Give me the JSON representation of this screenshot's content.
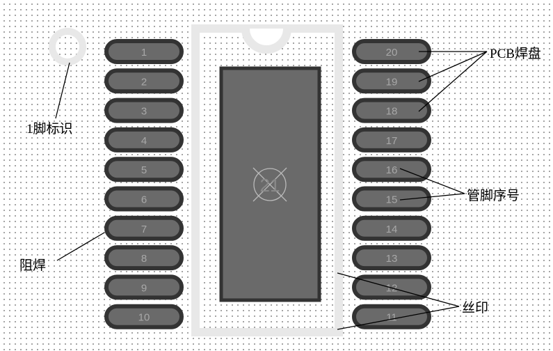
{
  "left_pins": [
    "1",
    "2",
    "3",
    "4",
    "5",
    "6",
    "7",
    "8",
    "9",
    "10"
  ],
  "right_pins": [
    "20",
    "19",
    "18",
    "17",
    "16",
    "15",
    "14",
    "13",
    "12",
    "11"
  ],
  "center_pad": "21",
  "labels": {
    "pin1_marker": "1脚标识",
    "solder_mask": "阻焊",
    "pcb_pad": "PCB焊盘",
    "pin_number": "管脚序号",
    "silkscreen": "丝印"
  },
  "colors": {
    "pad_fill": "#6a6a6a",
    "pad_border": "#333333",
    "silkscreen": "#e8e8e8",
    "pin_text": "#a8a8a8"
  }
}
